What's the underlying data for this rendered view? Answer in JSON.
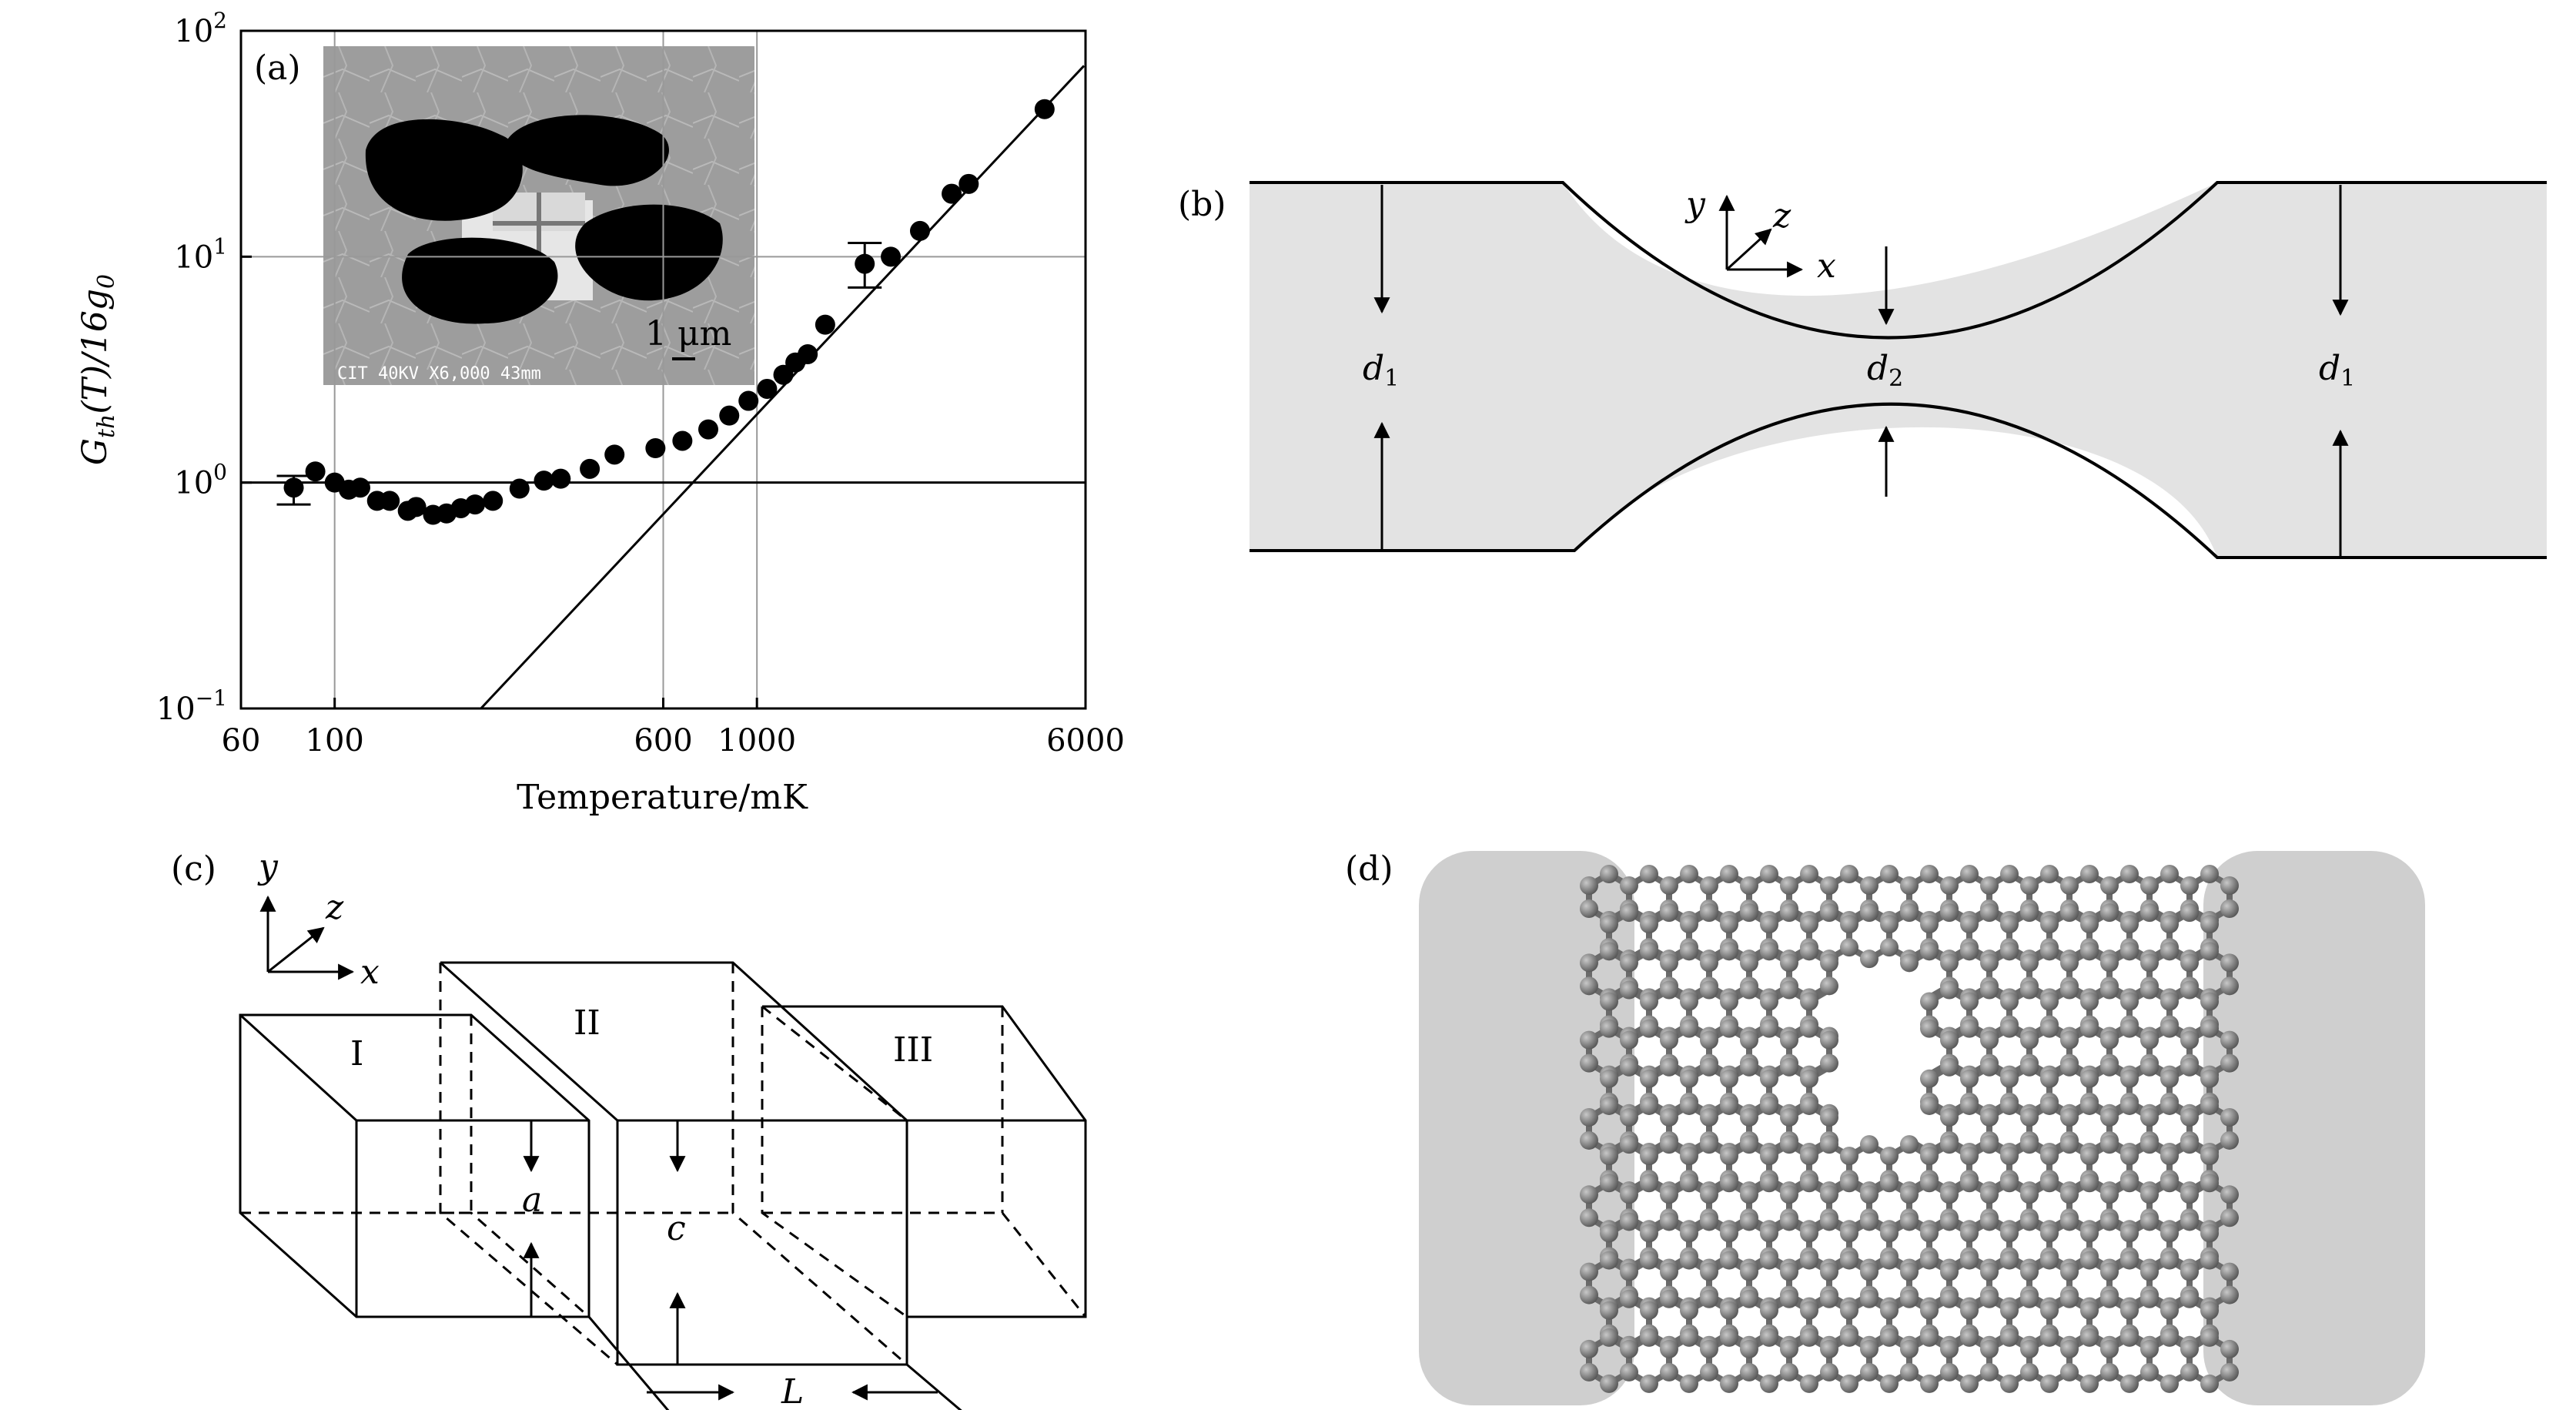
{
  "panels": {
    "a": {
      "label": "(a)",
      "inset_scale": "1 μm",
      "inset_caption": "CIT  40KV  X6,000  43mm"
    },
    "b": {
      "label": "(b)",
      "axes": {
        "x": "x",
        "y": "y",
        "z": "z"
      },
      "d1": "d",
      "d1_sub": "1",
      "d2": "d",
      "d2_sub": "2"
    },
    "c": {
      "label": "(c)",
      "axes": {
        "x": "x",
        "y": "y",
        "z": "z"
      },
      "regions": [
        "I",
        "II",
        "III"
      ],
      "a": "a",
      "c": "c",
      "L": "L"
    },
    "d": {
      "label": "(d)"
    }
  },
  "chart_data": {
    "type": "scatter",
    "xlabel": "Temperature/mK",
    "ylabel_parts": [
      "G",
      "th",
      "(T)/16g",
      "0"
    ],
    "xscale": "log",
    "yscale": "log",
    "xlim": [
      60,
      6000
    ],
    "ylim": [
      0.1,
      100
    ],
    "xticks": [
      60,
      100,
      600,
      1000,
      6000
    ],
    "xtick_labels": [
      "60",
      "100",
      "600",
      "1000",
      "6000"
    ],
    "yticks": [
      0.1,
      1,
      10,
      100
    ],
    "ytick_labels": [
      {
        "base": "10",
        "exp": "−1"
      },
      {
        "base": "10",
        "exp": "0"
      },
      {
        "base": "10",
        "exp": "1"
      },
      {
        "base": "10",
        "exp": "2"
      }
    ],
    "grid_x": [
      100,
      600,
      1000
    ],
    "grid_y": [
      1,
      10
    ],
    "series": [
      {
        "x": [
          80,
          90,
          100,
          108,
          115,
          126,
          135,
          149,
          156,
          171,
          184,
          199,
          215,
          237,
          274,
          313,
          343,
          402,
          460,
          575,
          666,
          767,
          860,
          955,
          1057,
          1155,
          1233,
          1319,
          1451,
          1800,
          2075,
          2433,
          2891,
          3174,
          4800
        ],
        "y": [
          0.95,
          1.12,
          1.0,
          0.93,
          0.95,
          0.83,
          0.83,
          0.75,
          0.78,
          0.72,
          0.73,
          0.77,
          0.8,
          0.83,
          0.94,
          1.02,
          1.04,
          1.15,
          1.33,
          1.42,
          1.53,
          1.72,
          1.98,
          2.3,
          2.6,
          3.0,
          3.4,
          3.7,
          5.0,
          9.3,
          10.0,
          13.0,
          19.0,
          21.0,
          45.0
        ]
      }
    ],
    "error_bars": [
      {
        "x": 80,
        "y_low": 0.8,
        "y_high": 1.07
      },
      {
        "x": 1800,
        "y_low": 7.3,
        "y_high": 11.5
      }
    ],
    "fit_line": {
      "x": [
        222,
        5950
      ],
      "y": [
        0.1,
        70
      ]
    }
  }
}
